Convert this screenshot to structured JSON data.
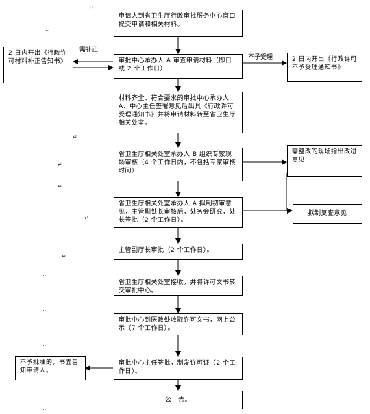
{
  "flow": {
    "step1": "申请人到省卫生厅行政审批服务中心窗口提交申请和相关材料。",
    "step2": "审批中心承办人 A 审查申请材料（即日或 2 个工作日）",
    "step3": "材料齐全、符合要求的审批中心承办人 A、中心主任签署意见后出具《行政许可受理通知书》并将申请材料转至省卫生厅相关处室。",
    "step4": "省卫生厅相关处室承办人 B 组织专家现场审核（4 个工作日内，不包括专家审核时间）",
    "step5": "省卫生厅相关处室承办人 A 拟制初审意见，主管副处长审核后，处务会研究，处长签批（2 个工作日）。",
    "step6": "主管副厅长审批（2 个工作日）。",
    "step7": "省卫生厅相关处室接收，并将许可文书转交审批中心。",
    "step8": "审批中心到医政处收取许可文书，网上公示（7 个工作日）。",
    "step9": "审批中心主任签批，制发许可证（2 个工作日）。",
    "step10": "公　告。",
    "left_supplement": "2 日内开出《行政许可材料补正告知书》",
    "right_reject": "2 日内开出《行政许可不予受理通知书》",
    "right_rectify": "需整改的现场指出改进意见",
    "right_review": "拟制复查意见",
    "left_refuse": "不予批准的，书面告知申请人。"
  },
  "labels": {
    "need_supplement": "需补正",
    "not_accept": "不予受理"
  },
  "marks": {
    "return_mark": "↵",
    "dot_mark": ".,"
  }
}
